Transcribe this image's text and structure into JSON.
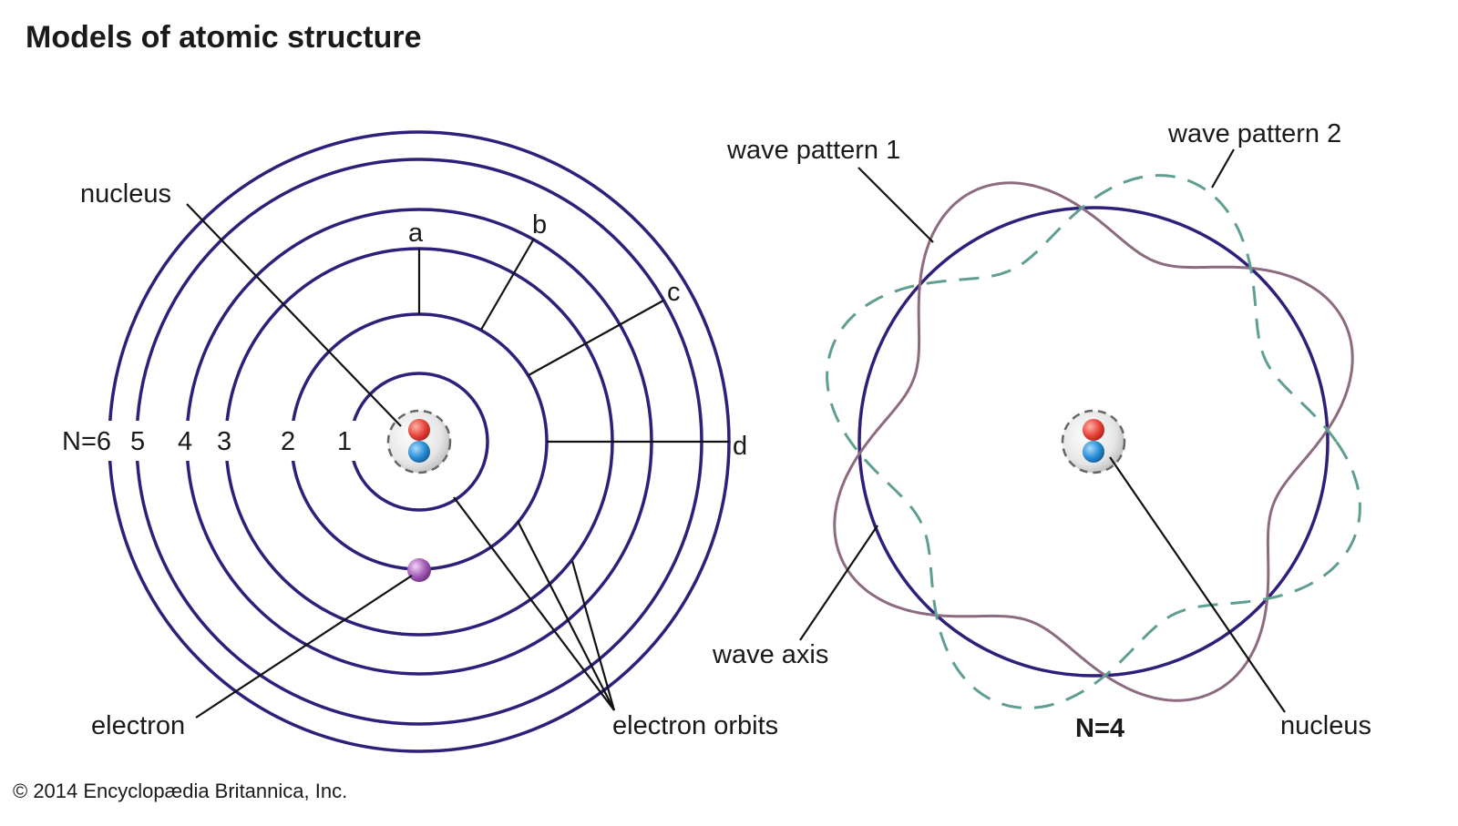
{
  "title": "Models of atomic structure",
  "copyright": "© 2014 Encyclopædia Britannica, Inc.",
  "colors": {
    "orbit": "#2f1f7a",
    "wave_pattern_1": "#8c6b80",
    "wave_pattern_2": "#5f9e92",
    "proton": "#e8453c",
    "neutron": "#2a8fd6",
    "electron": "#9b4fb0",
    "nucleus_shell": "#d9d9d9"
  },
  "left_model": {
    "orbit_numbers": [
      "1",
      "2",
      "3",
      "4",
      "5",
      "N=6"
    ],
    "radius_labels": [
      "a",
      "b",
      "c",
      "d"
    ],
    "labels": {
      "nucleus": "nucleus",
      "electron": "electron",
      "electron_orbits": "electron orbits"
    }
  },
  "right_model": {
    "labels": {
      "wave_pattern_1": "wave pattern 1",
      "wave_pattern_2": "wave pattern 2",
      "wave_axis": "wave axis",
      "nucleus": "nucleus",
      "n_value": "N=4"
    }
  }
}
